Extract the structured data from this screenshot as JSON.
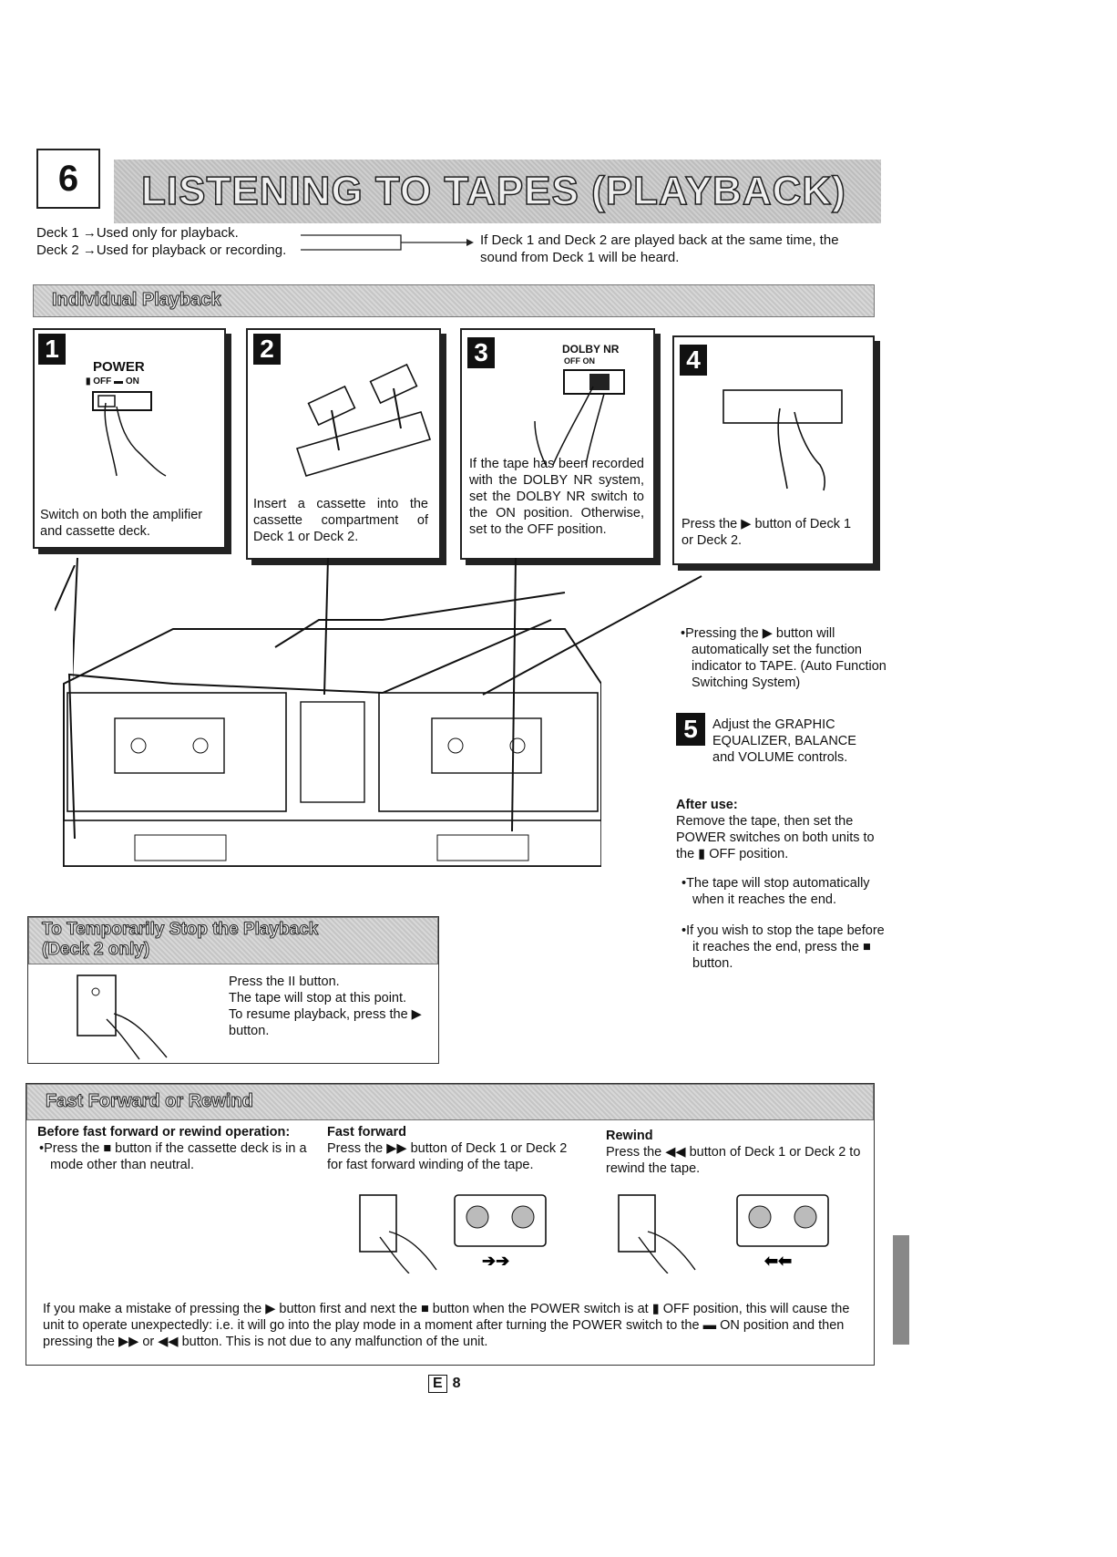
{
  "header": {
    "section_number": "6",
    "title": "LISTENING TO TAPES (PLAYBACK)"
  },
  "intro": {
    "deck1": "Deck 1 →Used only for playback.",
    "deck2": "Deck 2 →Used for playback or recording.",
    "note": "If Deck 1 and Deck 2 are played back at the same time, the sound from Deck 1 will be heard."
  },
  "individual": {
    "title": "Individual Playback",
    "steps": [
      {
        "num": "1",
        "label_power": "POWER",
        "label_offon": "▮ OFF  ▬ ON",
        "text": "Switch on both the amplifier and cassette deck."
      },
      {
        "num": "2",
        "text": "Insert a cassette into the cassette compartment of Deck 1 or Deck 2."
      },
      {
        "num": "3",
        "label_dolby": "DOLBY NR",
        "label_offon": "OFF   ON",
        "text": "If the tape has been recorded with the DOLBY NR system, set the DOLBY NR switch to the ON position. Otherwise, set to the OFF position."
      },
      {
        "num": "4",
        "text": "Press the ▶ button of Deck 1 or Deck 2."
      }
    ],
    "pressing_note": "•Pressing the ▶ button will automatically set the function indicator to TAPE. (Auto Function Switching System)",
    "step5": {
      "num": "5",
      "text": "Adjust the GRAPHIC EQUALIZER, BALANCE and VOLUME controls."
    },
    "after_use_title": "After use:",
    "after_use_text": "Remove the tape, then set the POWER switches on both units to the ▮ OFF position.",
    "after_bullets": [
      "•The tape will stop automatically when it reaches the end.",
      "•If you wish to stop the tape before it reaches the end, press the ■ button."
    ]
  },
  "temp_stop": {
    "title_line1": "To Temporarily Stop the Playback",
    "title_line2": "(Deck 2 only)",
    "text_line1": "Press the II button.",
    "text_line2": "The tape will stop at this point.",
    "text_line3": "To resume playback, press the ▶ button."
  },
  "ffrew": {
    "title": "Fast Forward or Rewind",
    "before_title": "Before fast forward or rewind operation:",
    "before_text": "•Press the ■ button if the cassette deck is in a mode other than neutral.",
    "ff_title": "Fast forward",
    "ff_text": "Press the ▶▶ button of Deck 1 or Deck 2 for fast forward winding of the tape.",
    "rew_title": "Rewind",
    "rew_text": "Press the ◀◀ button of Deck 1 or Deck 2 to rewind the tape.",
    "warning": "If you make a mistake of pressing the ▶ button first and next the ■ button when the POWER switch is at ▮ OFF position, this will cause the unit to operate unexpectedly: i.e. it will go into the play mode in a moment after turning the POWER switch to the ▬ ON position and then pressing the ▶▶ or ◀◀ button. This is not due to any malfunction of the unit."
  },
  "footer": {
    "lang": "E",
    "page": "8"
  }
}
